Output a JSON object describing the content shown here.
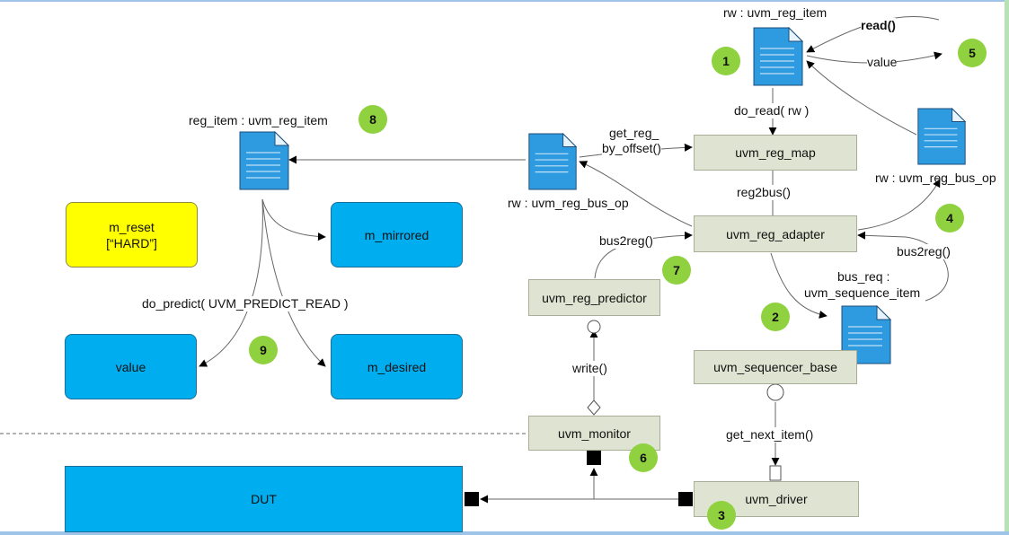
{
  "components": {
    "reg_map": "uvm_reg_map",
    "reg_adapter": "uvm_reg_adapter",
    "reg_predictor": "uvm_reg_predictor",
    "sequencer": "uvm_sequencer_base",
    "monitor": "uvm_monitor",
    "driver": "uvm_driver",
    "dut": "DUT"
  },
  "fields": {
    "m_reset_line1": "m_reset",
    "m_reset_line2": "[“HARD”]",
    "m_mirrored": "m_mirrored",
    "value": "value",
    "m_desired": "m_desired"
  },
  "objects": {
    "rw_item": "rw : uvm_reg_item",
    "reg_item": "reg_item : uvm_reg_item",
    "rw_bus_op_left": "rw : uvm_reg_bus_op",
    "rw_bus_op_right": "rw : uvm_reg_bus_op",
    "bus_req_line1": "bus_req :",
    "bus_req_line2": "uvm_sequence_item"
  },
  "calls": {
    "read": "read()",
    "value": "value",
    "do_read": "do_read( rw )",
    "get_reg_line1": "get_reg_",
    "get_reg_line2": "by_offset()",
    "reg2bus": "reg2bus()",
    "bus2reg_left": "bus2reg()",
    "bus2reg_right": "bus2reg()",
    "write": "write()",
    "get_next_item": "get_next_item()",
    "do_predict": "do_predict( UVM_PREDICT_READ )"
  },
  "steps": [
    "1",
    "2",
    "3",
    "4",
    "5",
    "6",
    "7",
    "8",
    "9"
  ],
  "colors": {
    "component_fill": "#dfe3d1",
    "memory_fill": "#00adef",
    "reset_fill": "#ffff00",
    "step_badge": "#8fd13f",
    "document_fill": "#2e9be0"
  }
}
